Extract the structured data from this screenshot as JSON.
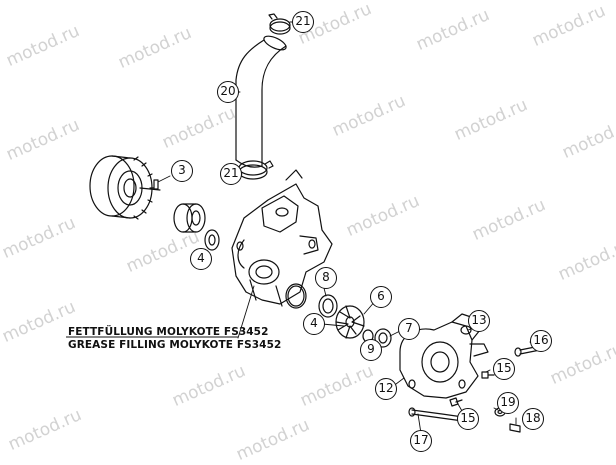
{
  "watermark": "motod.ru",
  "notes": {
    "german": "FETTFÜLLUNG MOLYKOTE FS3452",
    "english": "GREASE FILLING MOLYKOTE FS3452"
  },
  "callouts": {
    "c21_top": "21",
    "c20": "20",
    "c21_mid": "21",
    "c3": "3",
    "c4_left": "4",
    "c8": "8",
    "c6": "6",
    "c4_mid": "4",
    "c7": "7",
    "c9": "9",
    "c13": "13",
    "c16": "16",
    "c15_top": "15",
    "c12": "12",
    "c19": "19",
    "c15_bottom": "15",
    "c18": "18",
    "c17": "17"
  }
}
